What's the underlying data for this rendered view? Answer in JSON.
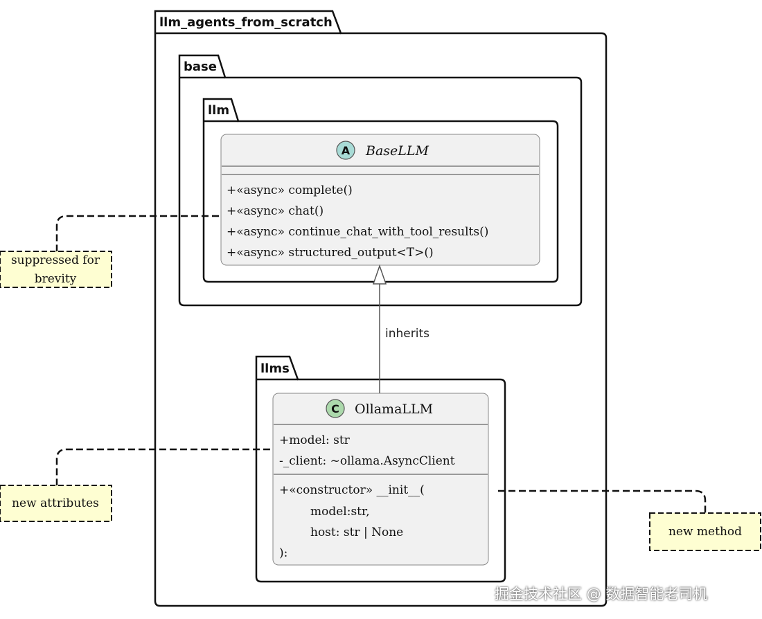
{
  "packages": {
    "root": "llm_agents_from_scratch",
    "base": "base",
    "llm": "llm",
    "llms": "llms"
  },
  "base_llm": {
    "stereotype": "A",
    "name": "BaseLLM",
    "methods": [
      "+«async» complete()",
      "+«async» chat()",
      "+«async» continue_chat_with_tool_results()",
      "+«async» structured_output<T>()"
    ]
  },
  "ollama_llm": {
    "stereotype": "C",
    "name": "OllamaLLM",
    "attributes": [
      "+model: str",
      "-_client: ~ollama.AsyncClient"
    ],
    "methods": [
      "+«constructor» __init__(",
      "model:str,",
      "host: str | None",
      "):"
    ]
  },
  "relation_label": "inherits",
  "notes": {
    "brevity": [
      "suppressed for",
      "brevity"
    ],
    "attributes": "new attributes",
    "method": "new method"
  },
  "watermark": "掘金技术社区 @ 数据智能老司机",
  "colors": {
    "class_fill": "#f1f1f1",
    "note_fill": "#fefed2",
    "abstract_badge": "#a8dbd6",
    "class_badge": "#acd9ac"
  }
}
